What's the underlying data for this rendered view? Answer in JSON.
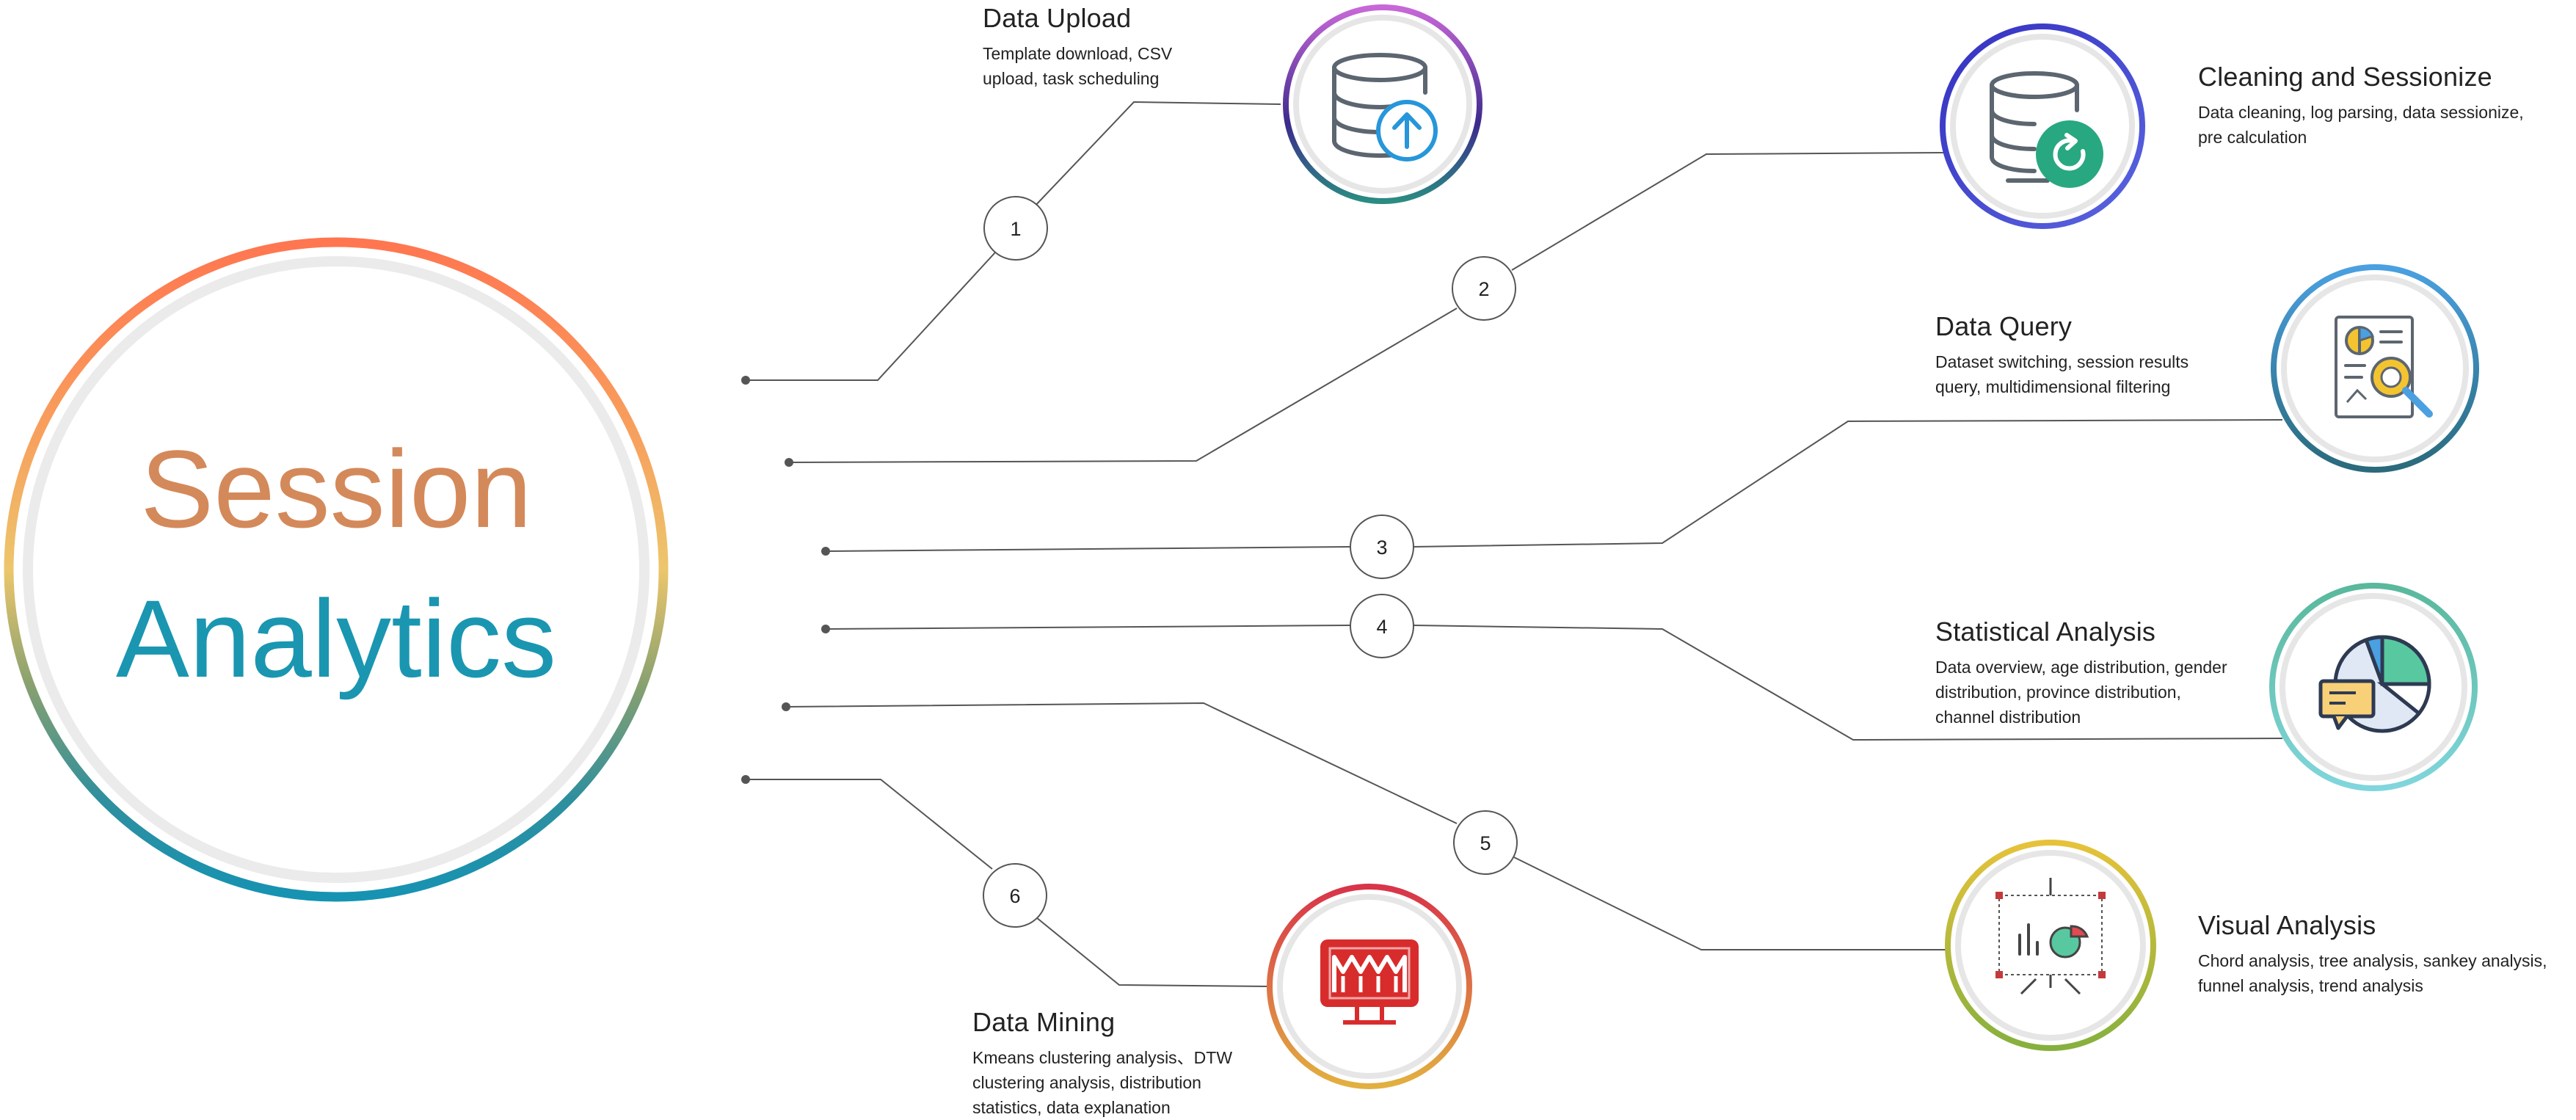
{
  "hub": {
    "line1": "Session",
    "line2": "Analytics",
    "line1_color": "#d4895a",
    "line2_color": "#1a96b1",
    "ring_gradient": [
      "#ff7a52",
      "#f4a060",
      "#e8c46c",
      "#7a9a78",
      "#1a92b0"
    ]
  },
  "steps": [
    {
      "number": "1",
      "title": "Data Upload",
      "desc": "Template download, CSV upload, task scheduling",
      "desc_lines": [
        "Template download, CSV",
        "upload, task scheduling"
      ],
      "icon": "database-upload-icon",
      "ring_colors": [
        "#c064d4",
        "#3a2a90",
        "#2c8a80"
      ]
    },
    {
      "number": "2",
      "title": "Cleaning and Sessionize",
      "desc": "Data cleaning, log parsing, data sessionize, pre calculation",
      "desc_lines": [
        "Data cleaning, log parsing, data sessionize,",
        "pre calculation"
      ],
      "icon": "database-refresh-icon",
      "ring_colors": [
        "#3a38c8",
        "#4a52d8"
      ]
    },
    {
      "number": "3",
      "title": "Data Query",
      "desc": "Dataset switching, session results query, multidimensional filtering",
      "desc_lines": [
        "Dataset switching, session results",
        "query, multidimensional filtering"
      ],
      "icon": "document-search-icon",
      "ring_colors": [
        "#4a9ed8",
        "#2a6880"
      ]
    },
    {
      "number": "4",
      "title": "Statistical Analysis",
      "desc": "Data overview, age distribution, gender distribution, province distribution, channel distribution",
      "desc_lines": [
        "Data overview, age distribution, gender",
        "distribution, province distribution,",
        "channel distribution"
      ],
      "icon": "pie-chart-comment-icon",
      "ring_colors": [
        "#5ac0a8",
        "#7ad0d8"
      ]
    },
    {
      "number": "5",
      "title": "Visual Analysis",
      "desc": "Chord analysis, tree analysis, sankey analysis, funnel analysis, trend analysis",
      "desc_lines": [
        "Chord analysis, tree analysis, sankey analysis,",
        "funnel analysis, trend analysis"
      ],
      "icon": "presentation-chart-icon",
      "ring_colors": [
        "#e0c040",
        "#88b040"
      ]
    },
    {
      "number": "6",
      "title": "Data Mining",
      "desc": "Kmeans clustering analysis、DTW clustering analysis, distribution statistics, data explanation",
      "desc_lines": [
        "Kmeans clustering analysis、DTW",
        "clustering analysis, distribution",
        "statistics, data explanation"
      ],
      "icon": "monitor-chart-icon",
      "ring_colors": [
        "#d83848",
        "#e0a040"
      ]
    }
  ]
}
